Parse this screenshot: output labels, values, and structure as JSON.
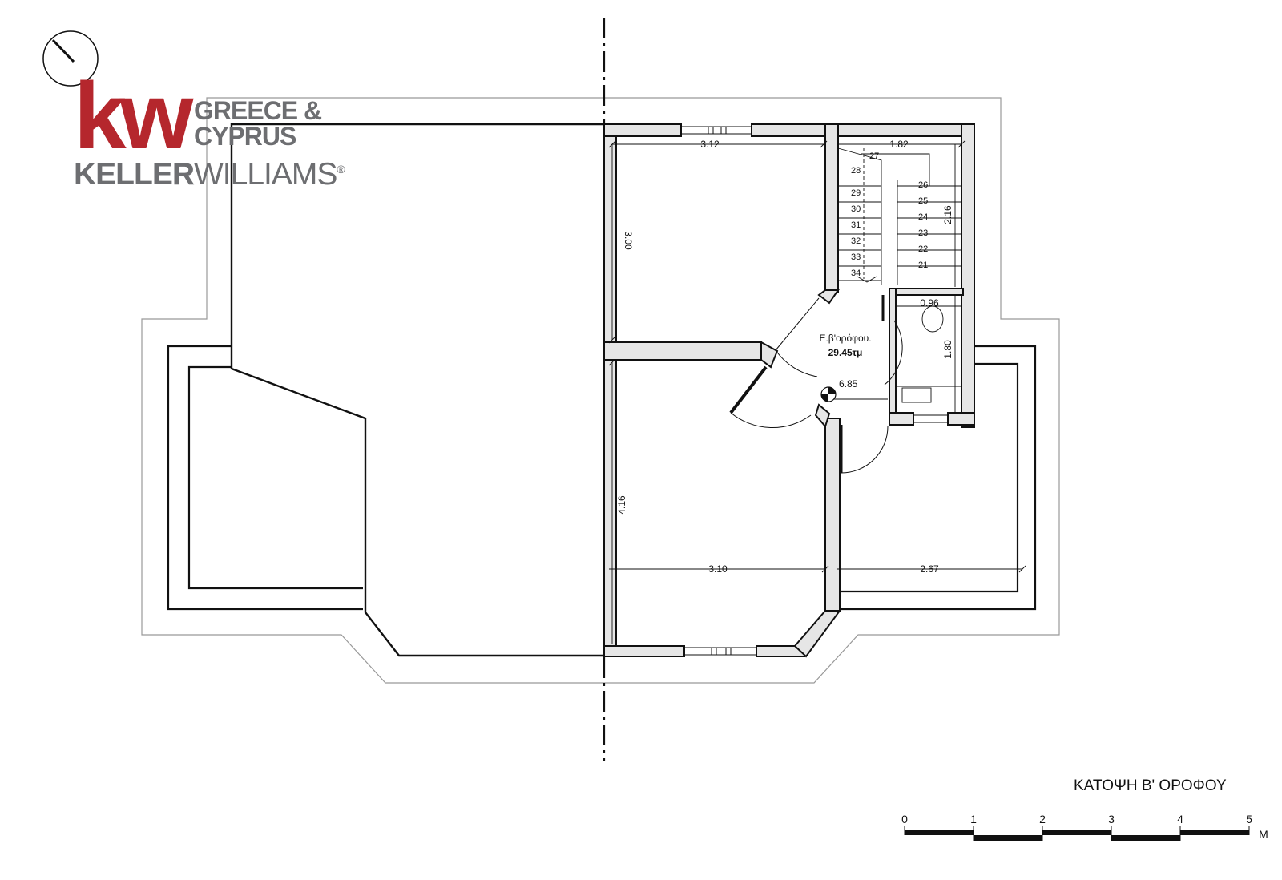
{
  "logo": {
    "mark": "kw",
    "region_line1": "GREECE &",
    "region_line2": "CYPRUS",
    "brand_bold": "KELLER",
    "brand_light": "WILLIAMS",
    "registered": "®",
    "colors": {
      "mark": "#b5272d",
      "text": "#6d6e71"
    }
  },
  "north_arrow": {
    "icon": "north-arrow-icon"
  },
  "plan": {
    "title": "ΚΑΤΟΨΗ Β' ΟΡΟΦΟΥ",
    "area_label": "Ε.β'ορόφου.",
    "area_value": "29.45τμ",
    "level_mark": "6.85",
    "dimensions": {
      "top_room_width": "3.12",
      "top_room_depth": "3.00",
      "stair_width": "1.82",
      "stair_depth": "2.16",
      "wc_width": "0.96",
      "wc_depth": "1.80",
      "bottom_room_depth": "4.16",
      "bottom_room_width": "3.10",
      "side_width": "2.67"
    },
    "stair_steps_left": [
      "27",
      "28",
      "29",
      "30",
      "31",
      "32",
      "33",
      "34"
    ],
    "stair_steps_right": [
      "26",
      "25",
      "24",
      "23",
      "22",
      "21"
    ]
  },
  "scale_bar": {
    "ticks": [
      "0",
      "1",
      "2",
      "3",
      "4",
      "5"
    ],
    "unit": "M"
  }
}
